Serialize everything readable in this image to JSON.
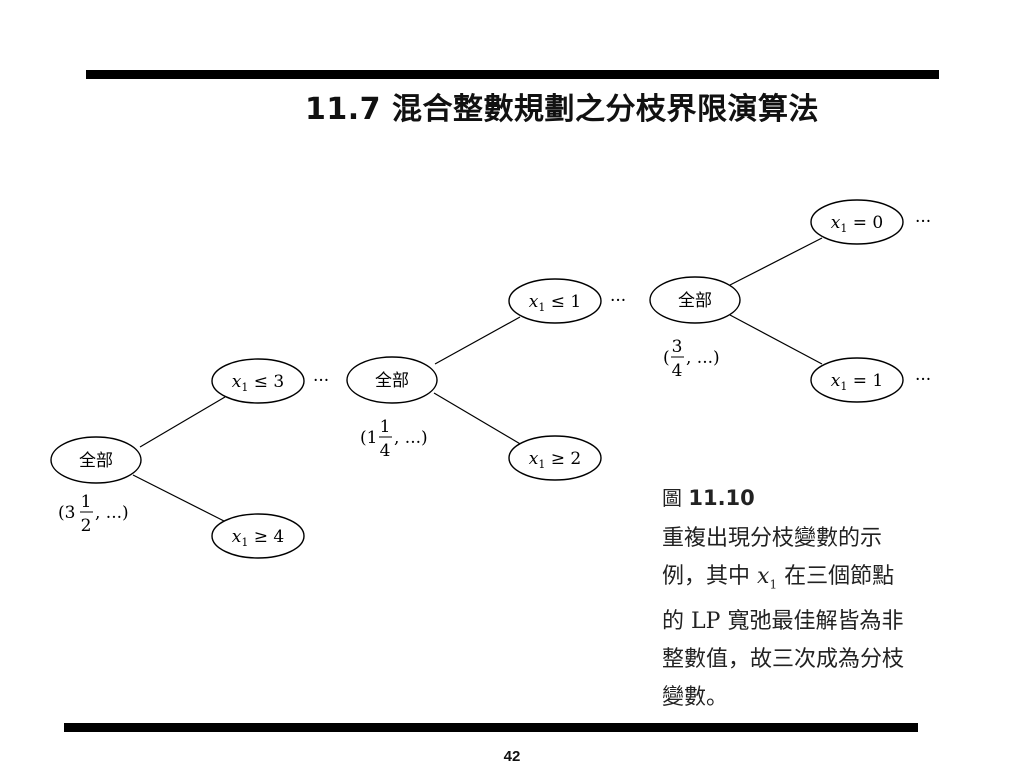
{
  "slide": {
    "title": "11.7 混合整數規劃之分枝界限演算法",
    "page_number": "42"
  },
  "diagram": {
    "nodes": {
      "root1": {
        "label": "全部",
        "annotation": {
          "int": "3",
          "num": "1",
          "den": "2",
          "tail": ", ...)"
        }
      },
      "n_le3": {
        "var": "x",
        "sub": "1",
        "op": "≤",
        "val": "3"
      },
      "n_ge4": {
        "var": "x",
        "sub": "1",
        "op": "≥",
        "val": "4"
      },
      "root2": {
        "label": "全部",
        "annotation": {
          "int": "1",
          "num": "1",
          "den": "4",
          "tail": ", ...)"
        }
      },
      "n_le1": {
        "var": "x",
        "sub": "1",
        "op": "≤",
        "val": "1"
      },
      "n_ge2": {
        "var": "x",
        "sub": "1",
        "op": "≥",
        "val": "2"
      },
      "root3": {
        "label": "全部",
        "annotation": {
          "int": "",
          "num": "3",
          "den": "4",
          "tail": ", ...)"
        }
      },
      "n_eq0": {
        "var": "x",
        "sub": "1",
        "op": "=",
        "val": "0"
      },
      "n_eq1": {
        "var": "x",
        "sub": "1",
        "op": "=",
        "val": "1"
      }
    },
    "continuation": "···"
  },
  "caption": {
    "figure_label": "圖",
    "figure_number": "11.10",
    "line1": "重複出現分枝變數的示",
    "line2_pre": "例，其中",
    "line2_var": "x",
    "line2_sub": "1",
    "line2_post": "在三個節點",
    "line3_pre": "的",
    "line3_lp": "LP",
    "line3_post": "寬弛最佳解皆為非",
    "line4": "整數值，故三次成為分枝",
    "line5": "變數。"
  }
}
